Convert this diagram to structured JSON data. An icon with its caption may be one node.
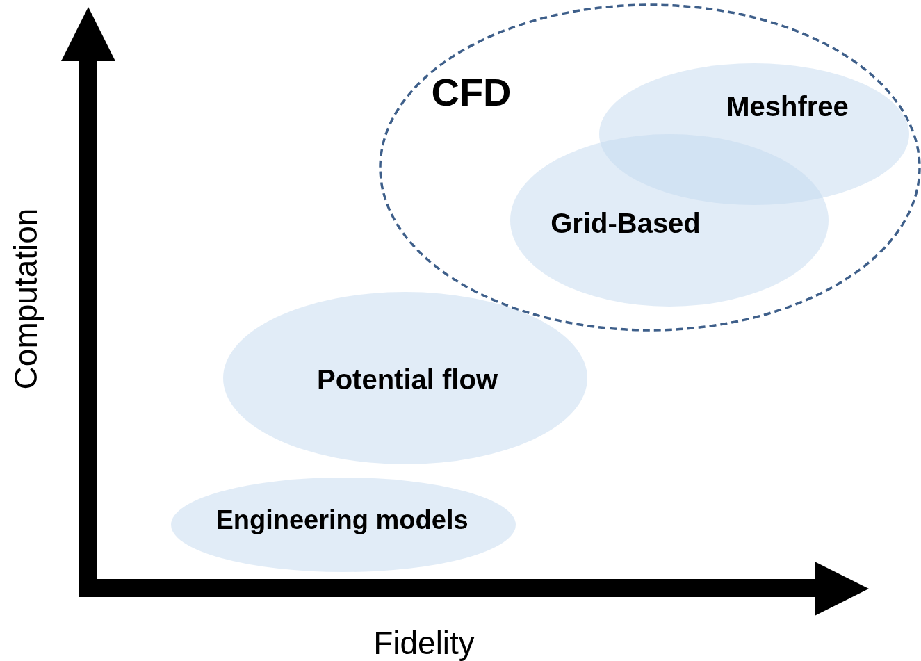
{
  "diagram": {
    "nodes": [
      {
        "text": [
          "CFD"
        ]
      },
      {
        "text": [
          "Meshfree"
        ],
        "in": 0
      },
      {
        "text": [
          "Grid-Based"
        ],
        "in": 0
      },
      {
        "text": [
          "Potential flow"
        ]
      },
      {
        "text": [
          "Engineering models"
        ]
      }
    ],
    "labels": [
      "Computation",
      "Fidelity"
    ]
  }
}
